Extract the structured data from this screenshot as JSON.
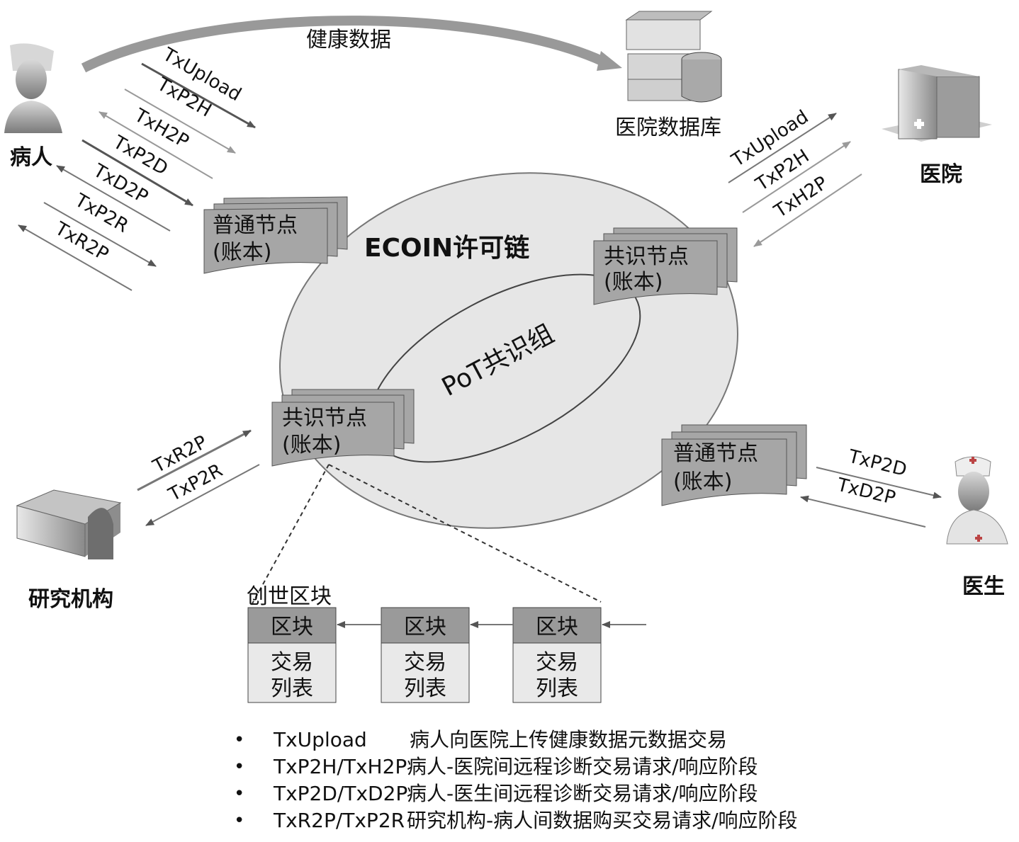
{
  "top_arrow_label": "健康数据",
  "chain_title": "ECOIN许可链",
  "group_label": "PoT共识组",
  "entities": {
    "patient": "病人",
    "hospital_db": "医院数据库",
    "hospital": "医院",
    "research": "研究机构",
    "doctor": "医生"
  },
  "nodes": {
    "patient_node": {
      "line1": "普通节点",
      "line2": "(账本)"
    },
    "hospital_node": {
      "line1": "共识节点",
      "line2": "(账本)"
    },
    "research_node": {
      "line1": "共识节点",
      "line2": "(账本)"
    },
    "doctor_node": {
      "line1": "普通节点",
      "line2": "(账本)"
    }
  },
  "patient_tx": [
    "TxUpload",
    "TxP2H",
    "TxH2P",
    "TxP2D",
    "TxD2P",
    "TxP2R",
    "TxR2P"
  ],
  "hospital_tx": [
    "TxUpload",
    "TxP2H",
    "TxH2P"
  ],
  "research_tx": [
    "TxR2P",
    "TxP2R"
  ],
  "doctor_tx": [
    "TxP2D",
    "TxD2P"
  ],
  "genesis_label": "创世区块",
  "blocks": [
    {
      "header": "区块",
      "body1": "交易",
      "body2": "列表"
    },
    {
      "header": "区块",
      "body1": "交易",
      "body2": "列表"
    },
    {
      "header": "区块",
      "body1": "交易",
      "body2": "列表"
    }
  ],
  "legend": [
    {
      "bullet": "•",
      "code": "TxUpload",
      "desc": "病人向医院上传健康数据元数据交易"
    },
    {
      "bullet": "•",
      "code": "TxP2H/TxH2P",
      "desc": "病人-医院间远程诊断交易请求/响应阶段"
    },
    {
      "bullet": "•",
      "code": "TxP2D/TxD2P",
      "desc": "病人-医生间远程诊断交易请求/响应阶段"
    },
    {
      "bullet": "•",
      "code": "TxR2P/TxP2R",
      "desc": "研究机构-病人间数据购买交易请求/响应阶段"
    }
  ],
  "colors": {
    "ellipse": "#e6e6e6",
    "node": "#a6a6a6",
    "block_header": "#9a9a9a",
    "block_body": "#e9e9e9"
  }
}
